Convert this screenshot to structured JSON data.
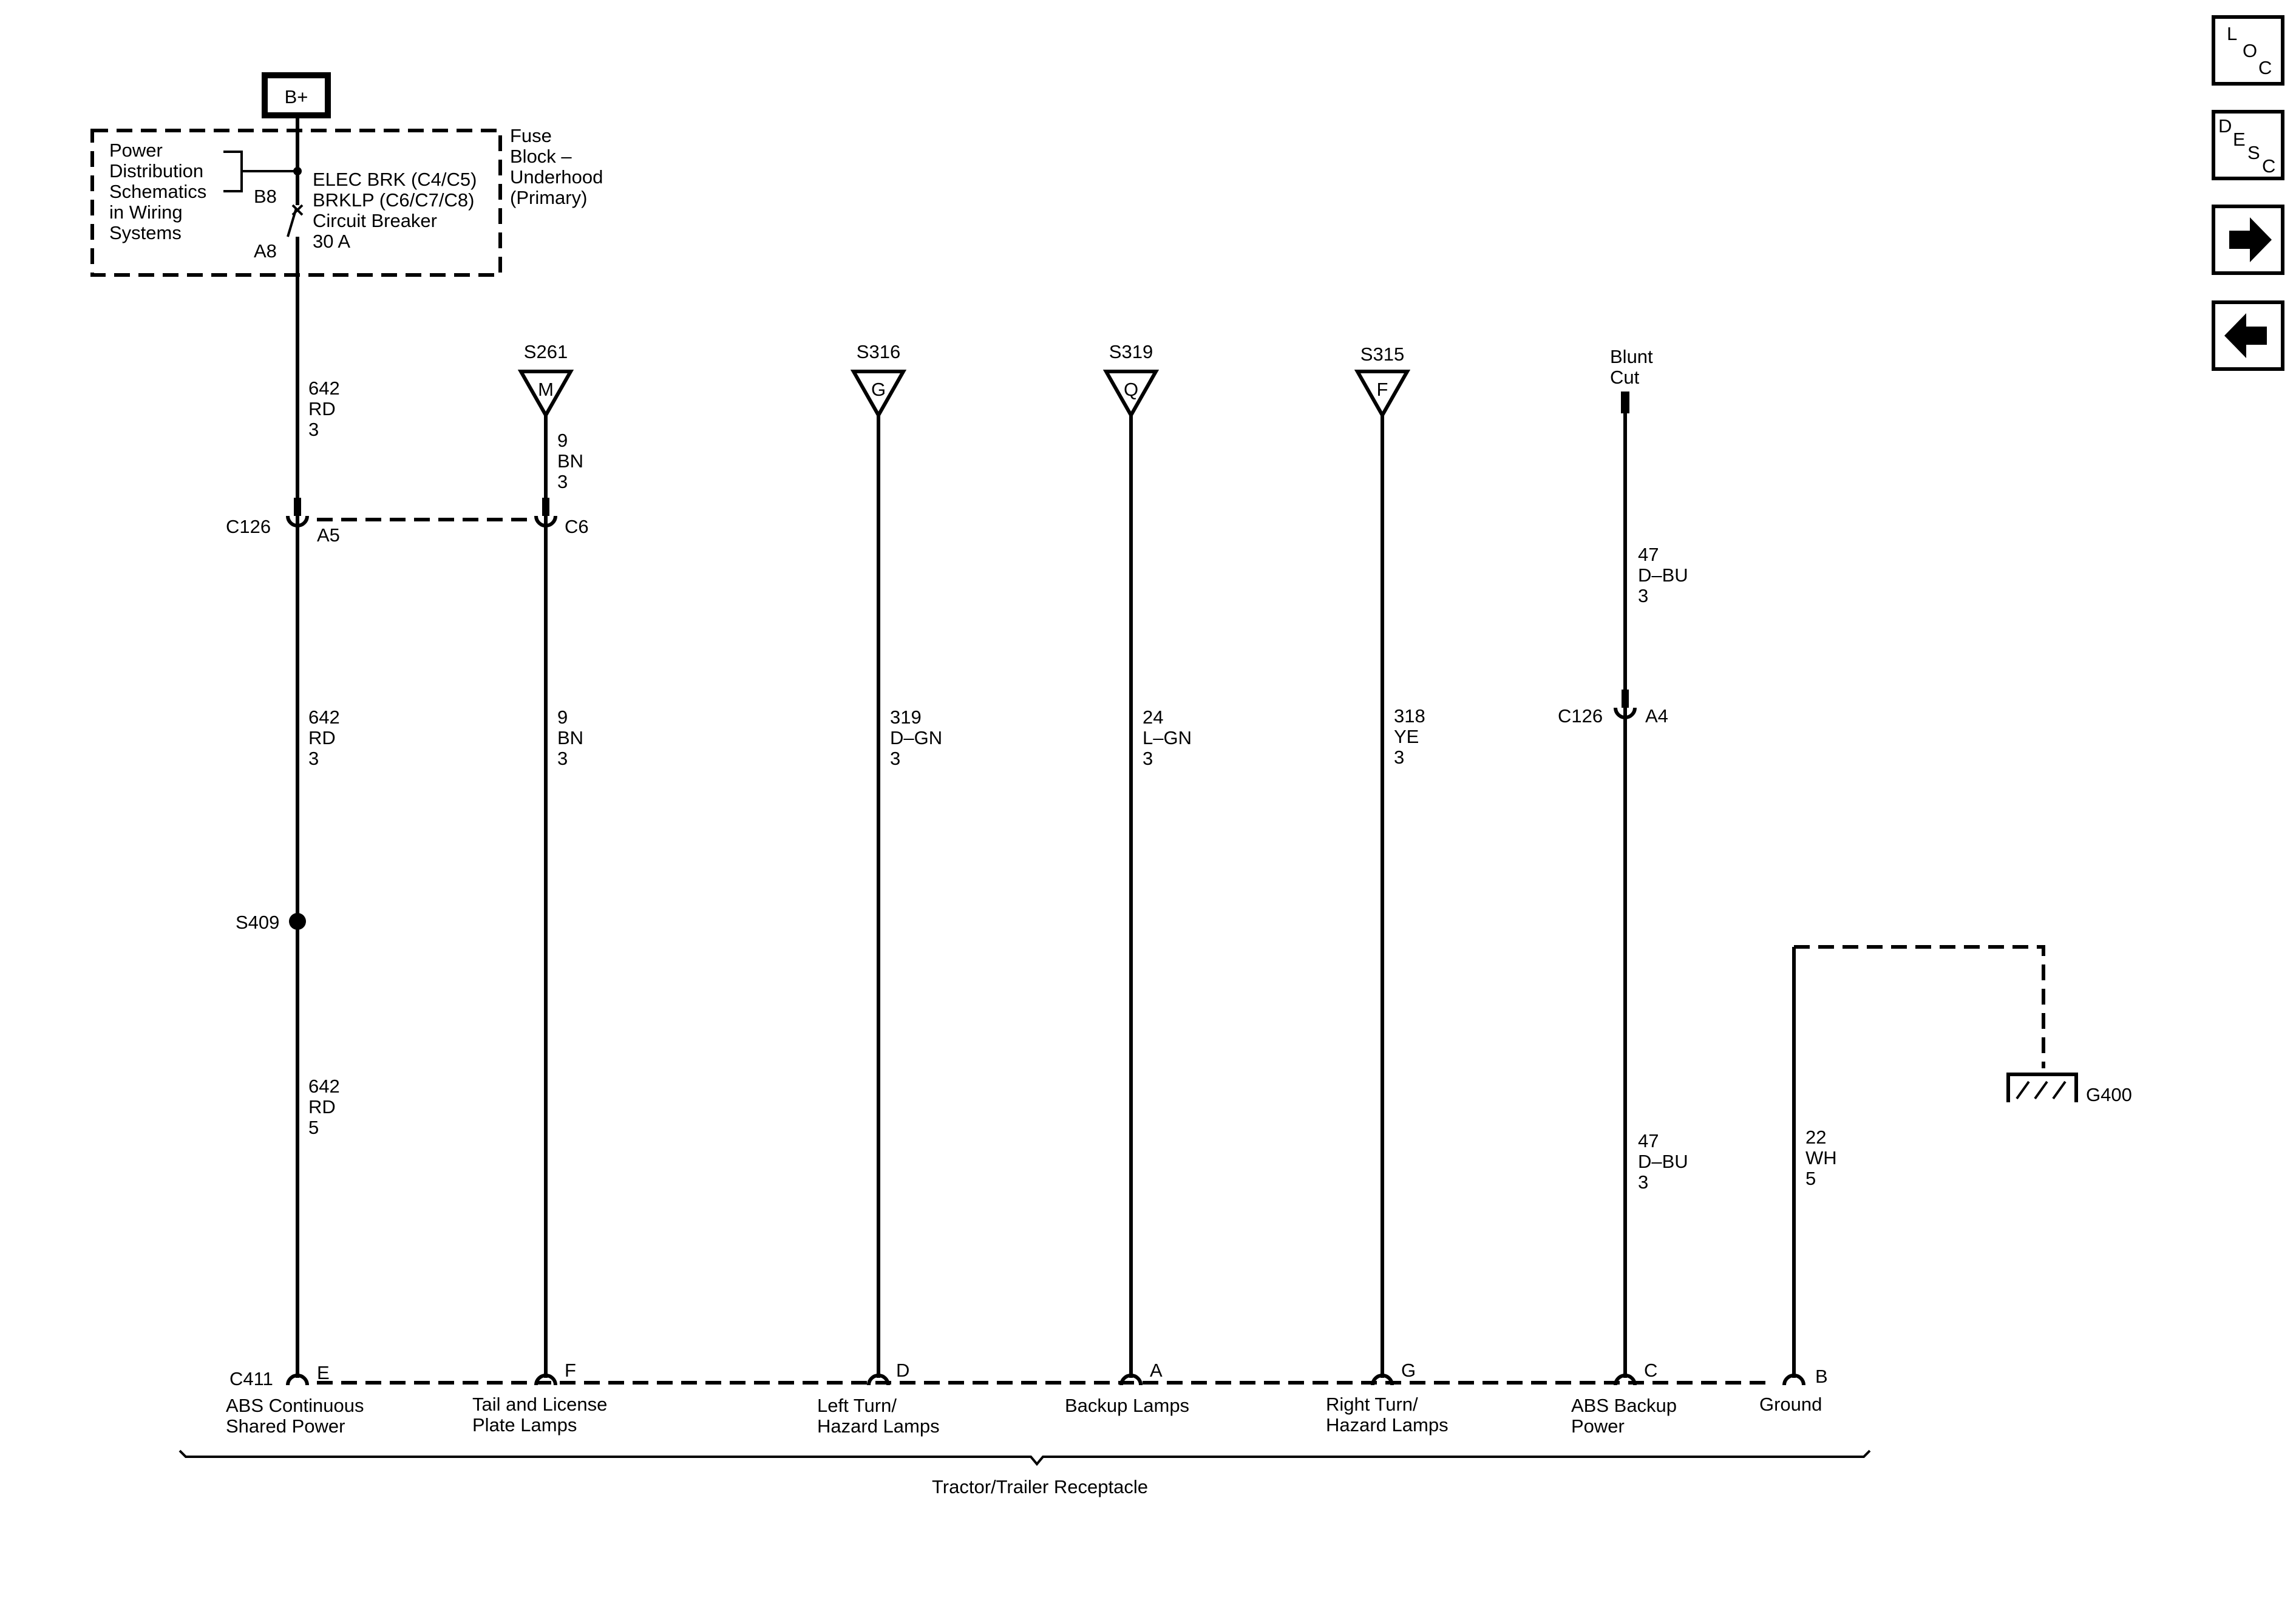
{
  "power": {
    "label": "B+"
  },
  "fuse_block": {
    "ref_lines": [
      "Power",
      "Distribution",
      "Schematics",
      "in Wiring",
      "Systems"
    ],
    "name_lines": [
      "Fuse",
      "Block –",
      "Underhood",
      "(Primary)"
    ],
    "breaker_lines": [
      "ELEC BRK (C4/C5)",
      "BRKLP (C6/C7/C8)",
      "Circuit Breaker",
      "30 A"
    ],
    "pin_in": "B8",
    "pin_out": "A8"
  },
  "splices": [
    {
      "id": "S261",
      "letter": "M"
    },
    {
      "id": "S316",
      "letter": "G"
    },
    {
      "id": "S319",
      "letter": "Q"
    },
    {
      "id": "S315",
      "letter": "F"
    }
  ],
  "blunt_cut": [
    "Blunt",
    "Cut"
  ],
  "splice_s409": "S409",
  "connector_c126": {
    "name": "C126",
    "pins": [
      "A5",
      "C6",
      "A4"
    ]
  },
  "wire_labels": [
    [
      "642",
      "RD",
      "3"
    ],
    [
      "642",
      "RD",
      "3"
    ],
    [
      "642",
      "RD",
      "5"
    ],
    [
      "9",
      "BN",
      "3"
    ],
    [
      "9",
      "BN",
      "3"
    ],
    [
      "319",
      "D–GN",
      "3"
    ],
    [
      "24",
      "L–GN",
      "3"
    ],
    [
      "318",
      "YE",
      "3"
    ],
    [
      "47",
      "D–BU",
      "3"
    ],
    [
      "47",
      "D–BU",
      "3"
    ],
    [
      "22",
      "WH",
      "5"
    ]
  ],
  "ground": {
    "id": "G400"
  },
  "connector_c411": {
    "name": "C411",
    "pins": [
      {
        "pin": "E",
        "lines": [
          "ABS Continuous",
          "Shared Power"
        ]
      },
      {
        "pin": "F",
        "lines": [
          "Tail and License",
          "Plate Lamps"
        ]
      },
      {
        "pin": "D",
        "lines": [
          "Left Turn/",
          "Hazard Lamps"
        ]
      },
      {
        "pin": "A",
        "lines": [
          "Backup Lamps"
        ]
      },
      {
        "pin": "G",
        "lines": [
          "Right Turn/",
          "Hazard Lamps"
        ]
      },
      {
        "pin": "C",
        "lines": [
          "ABS Backup",
          "Power"
        ]
      },
      {
        "pin": "B",
        "lines": [
          "Ground"
        ]
      }
    ]
  },
  "component": "Tractor/Trailer Receptacle",
  "nav": {
    "loc": [
      "L",
      "O",
      "C"
    ],
    "desc": [
      "D",
      "E",
      "S",
      "C"
    ],
    "forward_icon": "arrow-right-icon",
    "back_icon": "arrow-left-icon"
  }
}
